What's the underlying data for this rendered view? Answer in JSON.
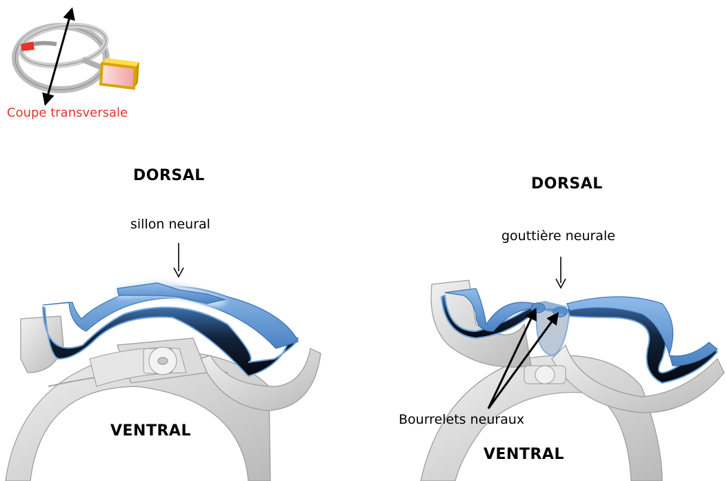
{
  "inset": {
    "caption": "Coupe transversale"
  },
  "left_panel": {
    "dorsal": "DORSAL",
    "ventral": "VENTRAL",
    "annotation": "sillon neural"
  },
  "right_panel": {
    "dorsal": "DORSAL",
    "ventral": "VENTRAL",
    "annotation_top": "gouttière neurale",
    "annotation_bottom": "Bourrelets neuraux"
  },
  "colors": {
    "tissue_blue": "#5b93cf",
    "tissue_dark": "#0d1b2e",
    "grey_structure": "#cfcfcf",
    "caption_red": "#e8322b"
  }
}
